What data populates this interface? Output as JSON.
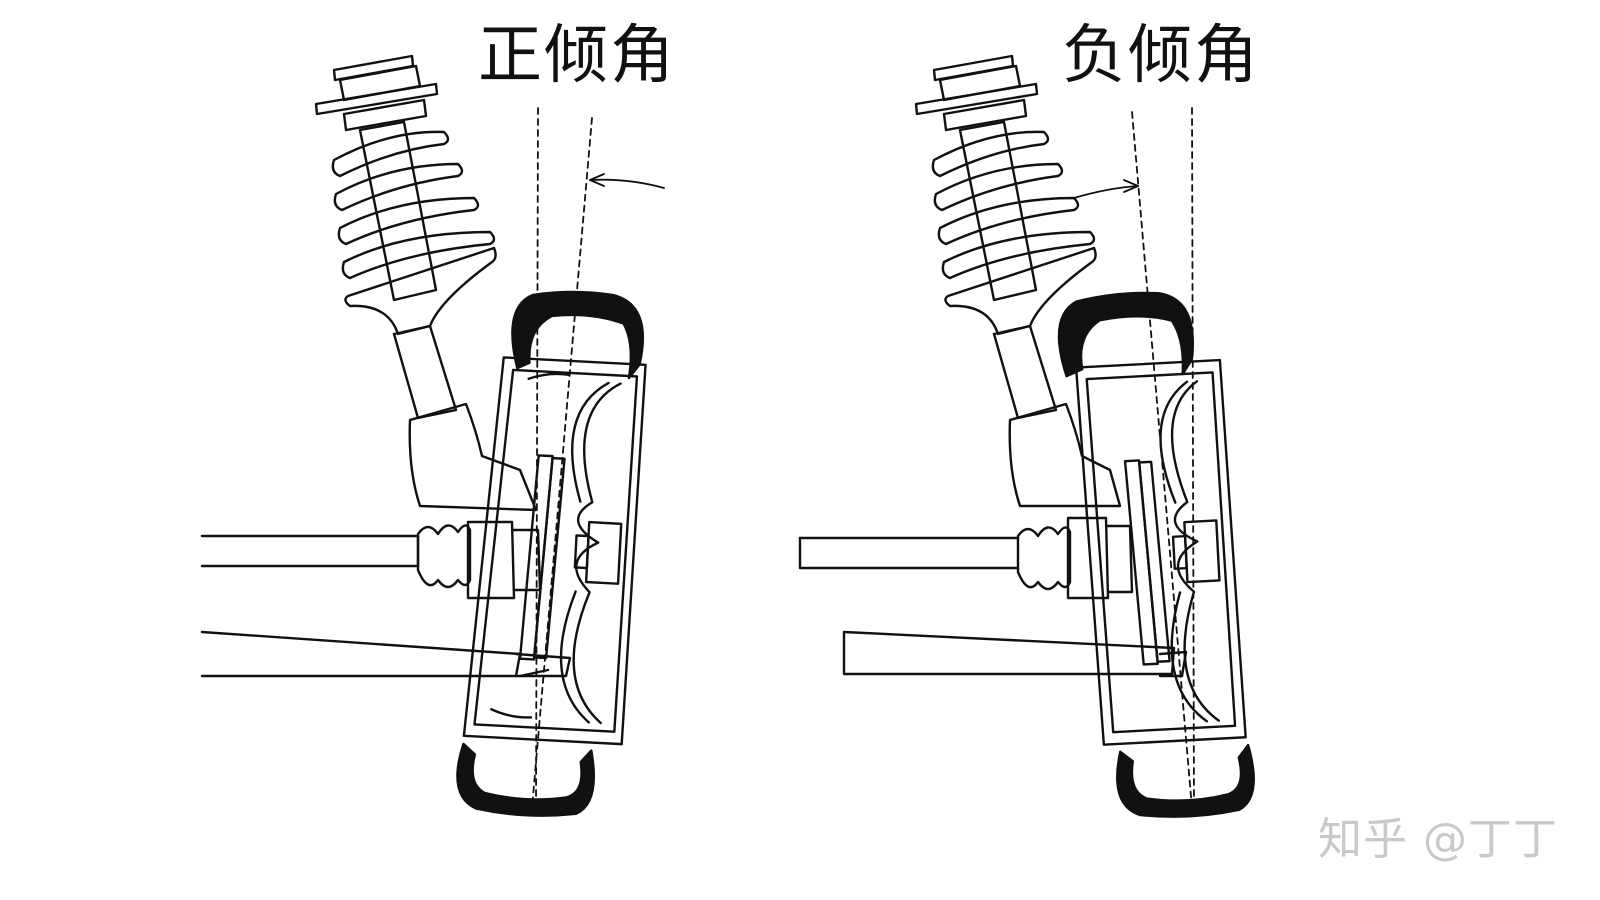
{
  "labels": {
    "positive_camber": "正倾角",
    "negative_camber": "负倾角"
  },
  "watermark": {
    "text": "知乎 @丁丁"
  },
  "colors": {
    "line": "#111111",
    "tire": "#111111",
    "background": "#ffffff",
    "watermark": "#c9c9c9"
  }
}
